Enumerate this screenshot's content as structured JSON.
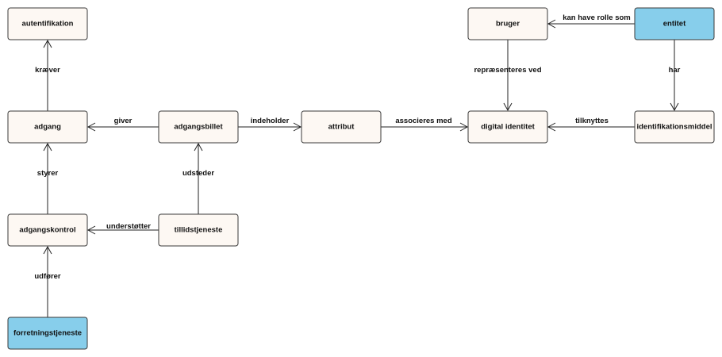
{
  "colors": {
    "plain_fill": "#fdf8f3",
    "highlight_fill": "#87ceeb"
  },
  "nodes": {
    "autentifikation": {
      "label": "autentifikation",
      "highlight": false
    },
    "adgang": {
      "label": "adgang",
      "highlight": false
    },
    "adgangskontrol": {
      "label": "adgangskontrol",
      "highlight": false
    },
    "forretningstjeneste": {
      "label": "forretningstjeneste",
      "highlight": true
    },
    "adgangsbillet": {
      "label": "adgangsbillet",
      "highlight": false
    },
    "tillidstjeneste": {
      "label": "tillidstjeneste",
      "highlight": false
    },
    "attribut": {
      "label": "attribut",
      "highlight": false
    },
    "bruger": {
      "label": "bruger",
      "highlight": false
    },
    "digital_identitet": {
      "label": "digital identitet",
      "highlight": false
    },
    "entitet": {
      "label": "entitet",
      "highlight": true
    },
    "identifikationsmiddel": {
      "label": "identifikationsmiddel",
      "highlight": false
    }
  },
  "edges": {
    "kraever": {
      "label": "kræver",
      "from": "adgang",
      "to": "autentifikation"
    },
    "styrer": {
      "label": "styrer",
      "from": "adgangskontrol",
      "to": "adgang"
    },
    "udforer": {
      "label": "udfører",
      "from": "forretningstjeneste",
      "to": "adgangskontrol"
    },
    "giver": {
      "label": "giver",
      "from": "adgangsbillet",
      "to": "adgang"
    },
    "udsteder": {
      "label": "udsteder",
      "from": "tillidstjeneste",
      "to": "adgangsbillet"
    },
    "understotter": {
      "label": "understøtter",
      "from": "tillidstjeneste",
      "to": "adgangskontrol"
    },
    "indeholder": {
      "label": "indeholder",
      "from": "adgangsbillet",
      "to": "attribut"
    },
    "associeres": {
      "label": "associeres med",
      "from": "attribut",
      "to": "digital_identitet"
    },
    "repraesenteres": {
      "label": "repræsenteres ved",
      "from": "bruger",
      "to": "digital_identitet"
    },
    "kan_have_rolle": {
      "label": "kan have rolle som",
      "from": "entitet",
      "to": "bruger"
    },
    "har": {
      "label": "har",
      "from": "entitet",
      "to": "identifikationsmiddel"
    },
    "tilknyttes": {
      "label": "tilknyttes",
      "from": "identifikationsmiddel",
      "to": "digital_identitet"
    }
  }
}
